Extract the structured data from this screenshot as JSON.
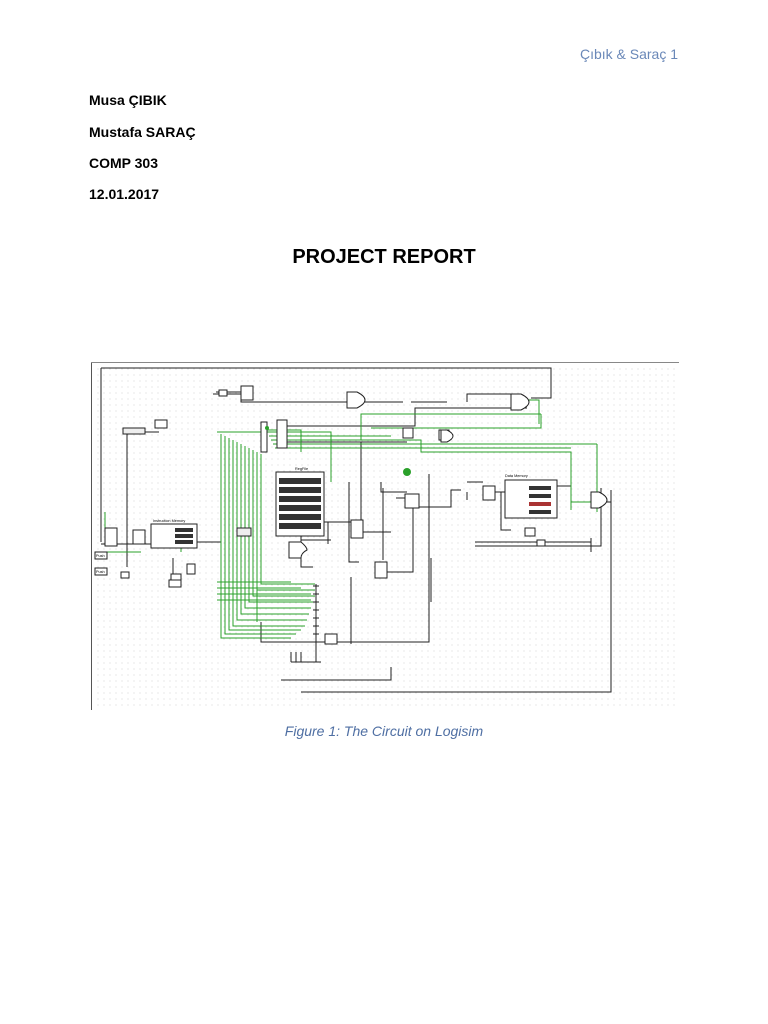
{
  "header": {
    "text": "Çıbık & Saraç 1"
  },
  "info": {
    "name1": "Musa ÇIBIK",
    "name2": "Mustafa SARAÇ",
    "course": "COMP 303",
    "date": "12.01.2017"
  },
  "title": "PROJECT REPORT",
  "figure": {
    "caption": "Figure 1: The Circuit on Logisim",
    "labels": {
      "instruction_memory": "Instruction Memory",
      "data_memory": "Data Memory",
      "regfile": "RegFile",
      "push1": "Push",
      "push2": "Push"
    }
  },
  "colors": {
    "header": "#6a88b8",
    "caption": "#4f6fa3",
    "wire_green": "#2aa02a"
  }
}
